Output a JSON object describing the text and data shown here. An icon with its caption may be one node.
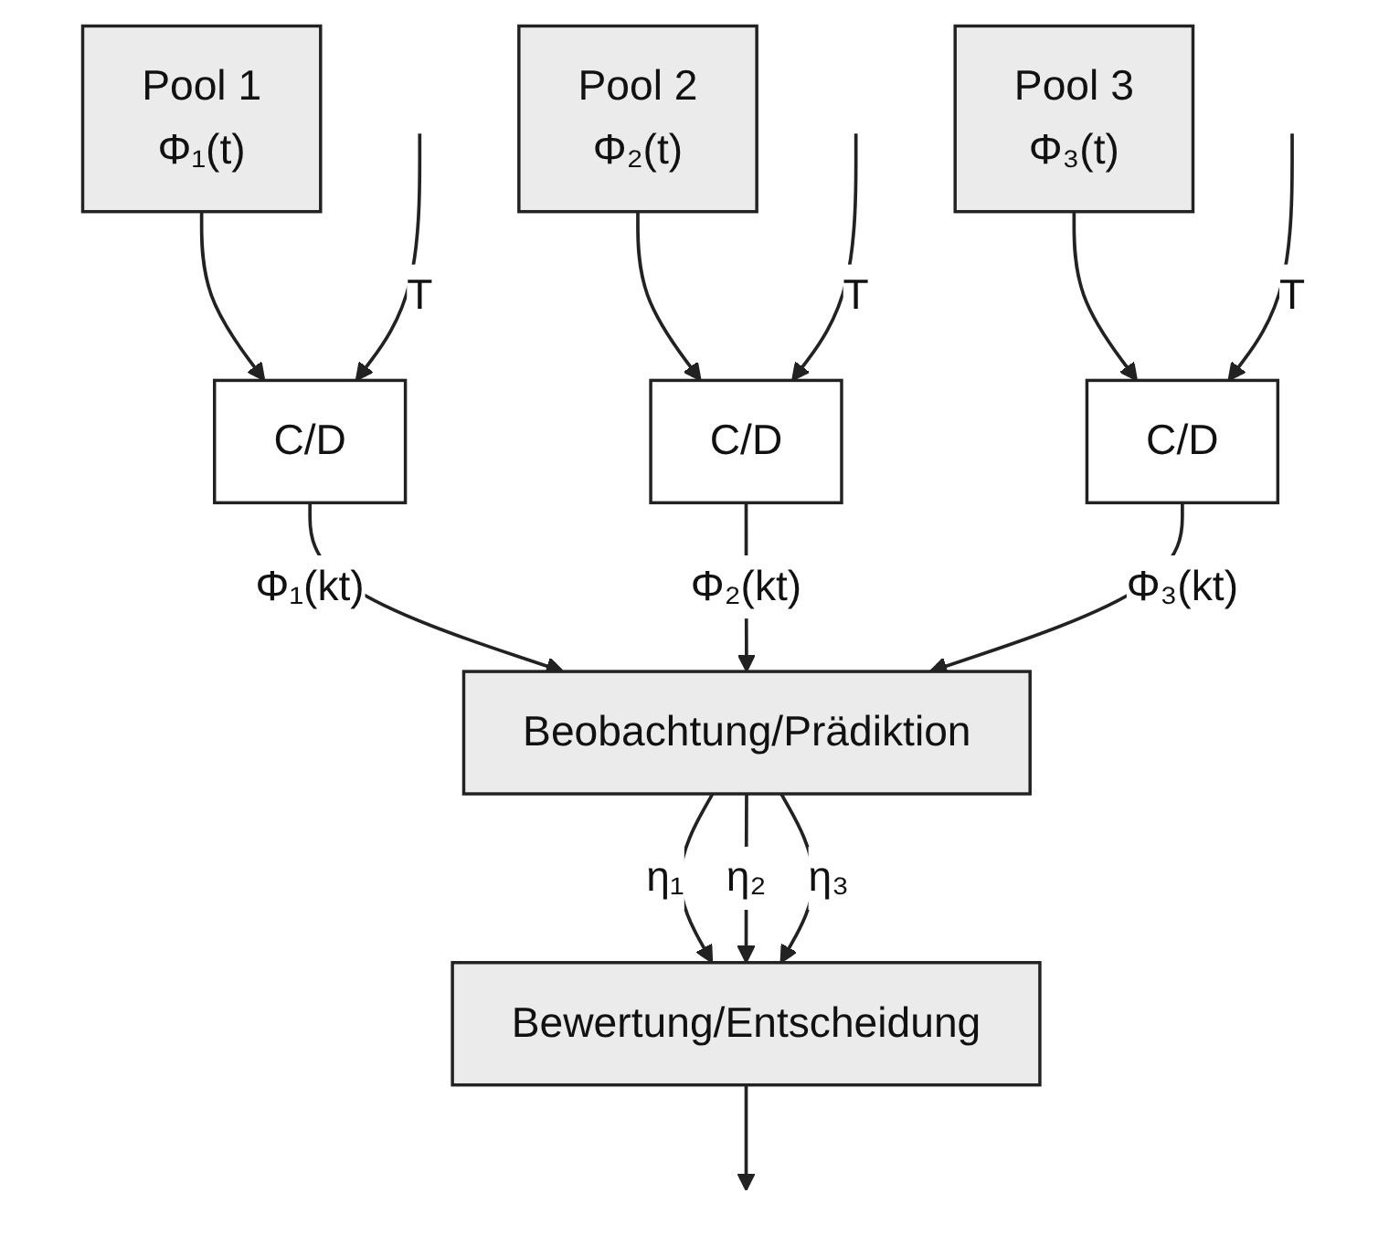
{
  "diagram": {
    "nodes": [
      {
        "text": [
          "Pool 1",
          "Φ₁(t)"
        ]
      },
      {
        "text": [
          "Pool 2",
          "Φ₂(t)"
        ]
      },
      {
        "text": [
          "Pool 3",
          "Φ₃(t)"
        ]
      },
      {
        "text": [
          "C/D"
        ]
      },
      {
        "text": [
          "C/D"
        ]
      },
      {
        "text": [
          "C/D"
        ]
      },
      {
        "text": [
          "Beobachtung/Prädiktion"
        ]
      },
      {
        "text": [
          "Bewertung/Entscheidung"
        ]
      }
    ],
    "edges": [
      {
        "from": 0,
        "to": 3,
        "arrow": "to"
      },
      {
        "from": 1,
        "to": 4,
        "arrow": "to"
      },
      {
        "from": 2,
        "to": 5,
        "arrow": "to"
      },
      {
        "from": null,
        "to": 3,
        "arrow": "to",
        "label": "T"
      },
      {
        "from": null,
        "to": 4,
        "arrow": "to",
        "label": "T"
      },
      {
        "from": null,
        "to": 5,
        "arrow": "to",
        "label": "T"
      },
      {
        "from": 3,
        "to": 6,
        "arrow": "to",
        "label": "Φ₁(kt)"
      },
      {
        "from": 4,
        "to": 6,
        "arrow": "to",
        "label": "Φ₂(kt)"
      },
      {
        "from": 5,
        "to": 6,
        "arrow": "to",
        "label": "Φ₃(kt)"
      },
      {
        "from": 6,
        "to": 7,
        "arrow": "to",
        "label": "η₁"
      },
      {
        "from": 6,
        "to": 7,
        "arrow": "to",
        "label": "η₂"
      },
      {
        "from": 6,
        "to": 7,
        "arrow": "to",
        "label": "η₃"
      },
      {
        "from": 7,
        "to": null,
        "arrow": "to"
      }
    ]
  }
}
